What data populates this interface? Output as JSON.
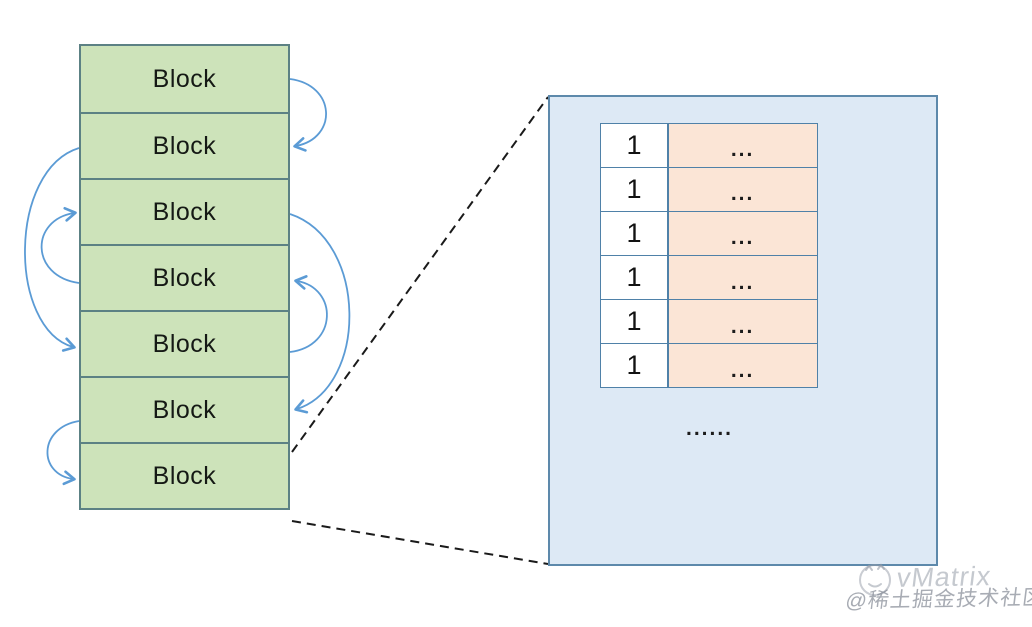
{
  "diagram": {
    "blocks": [
      "Block",
      "Block",
      "Block",
      "Block",
      "Block",
      "Block",
      "Block"
    ],
    "detail": {
      "rows": [
        {
          "count": "1",
          "content": "..."
        },
        {
          "count": "1",
          "content": "..."
        },
        {
          "count": "1",
          "content": "..."
        },
        {
          "count": "1",
          "content": "..."
        },
        {
          "count": "1",
          "content": "..."
        },
        {
          "count": "1",
          "content": "..."
        }
      ],
      "more": "......"
    },
    "colors": {
      "block_fill": "#cde3ba",
      "block_border": "#5c8184",
      "arrow": "#5b9bd5",
      "panel_fill": "#dde9f5",
      "panel_border": "#5d89ab",
      "table_border": "#4f81a8",
      "content_cell_fill": "#fbe5d6",
      "index_cell_fill": "#ffffff",
      "dashed_line": "#1a1a1a"
    }
  },
  "watermark": {
    "author": "vMatrix",
    "community": "@稀土掘金技术社区",
    "smiley_icon": "smiley-face"
  }
}
